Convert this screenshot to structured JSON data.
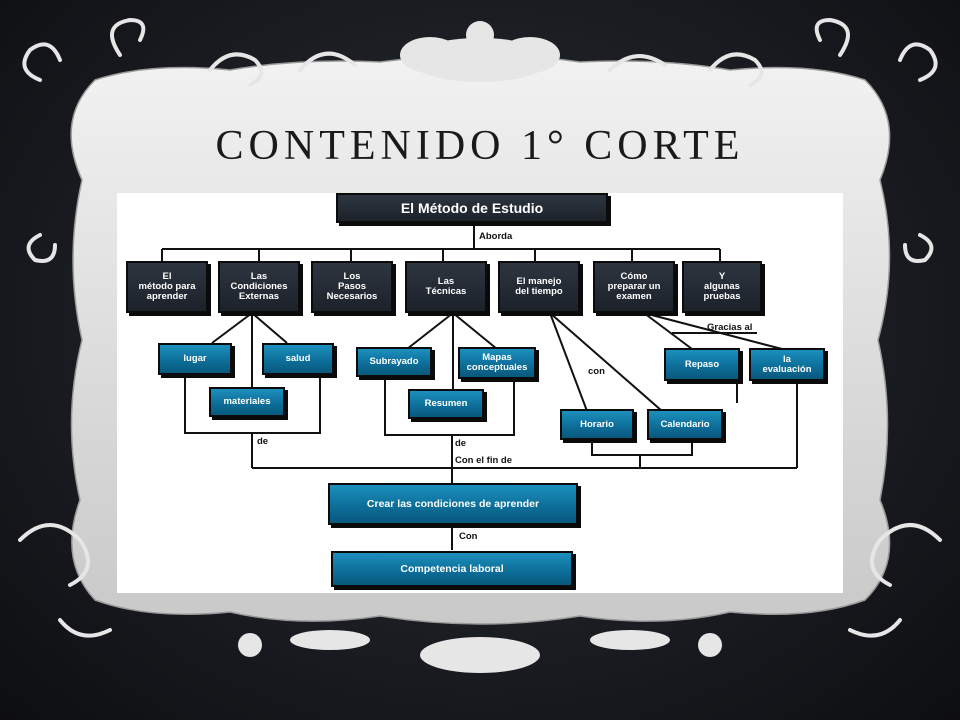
{
  "slide": {
    "title": "CONTENIDO 1° CORTE"
  },
  "diagram": {
    "root": "El Método de Estudio",
    "branches": [
      "El\nmétodo para\naprender",
      "Las\nCondiciones\nExternas",
      "Los\nPasos\nNecesarios",
      "Las\nTécnicas",
      "El manejo\ndel tiempo",
      "Cómo\npreparar un\nexamen",
      "Y\nalgunas\npruebas"
    ],
    "externas_children": [
      "lugar",
      "salud",
      "materiales"
    ],
    "tecnicas_children": [
      "Subrayado",
      "Mapas\nconceptuales",
      "Resumen"
    ],
    "tiempo_children": [
      "Horario",
      "Calendario"
    ],
    "examen_children": [
      "Repaso",
      "la\nevaluación"
    ],
    "purpose": "Crear las condiciones de aprender",
    "result": "Competencia laboral",
    "links": {
      "aborda": "Aborda",
      "gracias_al": "Gracias al",
      "con_small": "con",
      "de_left": "de",
      "de_mid": "de",
      "con_el_fin_de": "Con el fin de",
      "con_bottom": "Con"
    }
  }
}
